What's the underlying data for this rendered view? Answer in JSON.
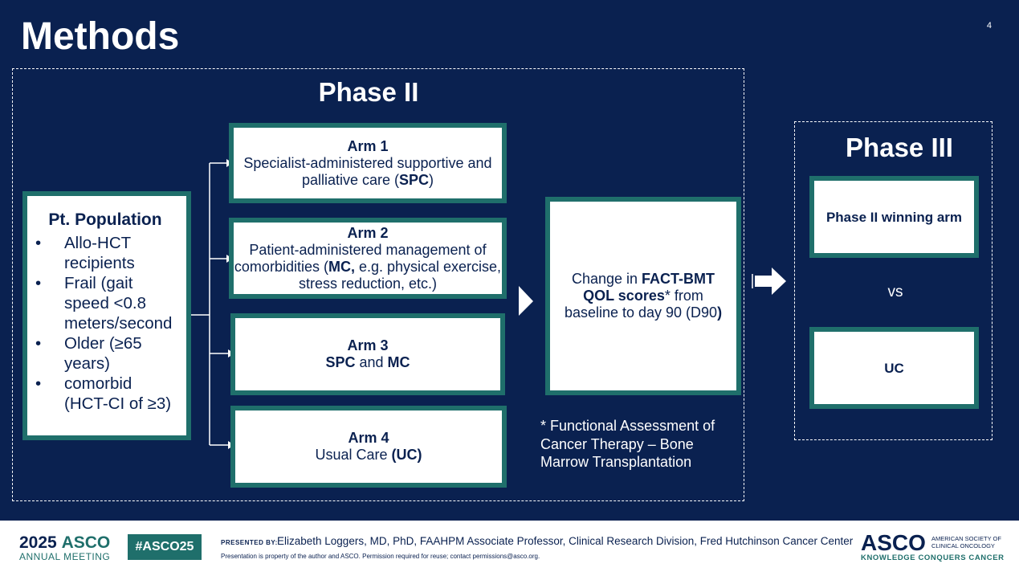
{
  "slide": {
    "title": "Methods",
    "page_number": "4"
  },
  "phase2": {
    "title": "Phase II",
    "population": {
      "title": "Pt. Population",
      "items": [
        "Allo-HCT recipients",
        "Frail (gait speed <0.8 meters/second",
        "Older (≥65 years)",
        "comorbid (HCT-CI of ≥3)"
      ]
    },
    "arms": [
      {
        "title": "Arm 1",
        "line1": "Specialist-administered supportive and palliative care (",
        "bold1": "SPC",
        "line2": ")"
      },
      {
        "title": "Arm 2",
        "line1": "Patient-administered management of comorbidities (",
        "bold1": "MC,",
        "line2": " e.g. physical exercise, stress reduction, etc.)"
      },
      {
        "title": "Arm 3",
        "bold_a": "SPC",
        "mid": " and ",
        "bold_b": "MC"
      },
      {
        "title": "Arm 4",
        "line1": "Usual Care ",
        "bold1": "(UC)"
      }
    ],
    "outcome": {
      "pre": "Change in ",
      "bold1": "FACT-BMT QOL scores",
      "post": "* from baseline to day 90 (D90",
      "bold2": ")"
    },
    "footnote": "* Functional Assessment of Cancer Therapy – Bone Marrow Transplantation"
  },
  "phase3": {
    "title": "Phase III",
    "box_top": "Phase II winning arm",
    "vs": "vs",
    "box_bottom": "UC"
  },
  "footer": {
    "year": "2025",
    "asco": "ASCO",
    "meeting": "ANNUAL MEETING",
    "hashtag": "#ASCO25",
    "presented_by": "PRESENTED BY:",
    "presenter": "Elizabeth Loggers, MD, PhD, FAAHPM Associate Professor, Clinical Research Division, Fred Hutchinson Cancer Center",
    "disclaimer": "Presentation is property of the author and ASCO. Permission required for reuse; contact permissions@asco.org.",
    "logo": "ASCO",
    "logo_sub": "AMERICAN SOCIETY OF CLINICAL ONCOLOGY",
    "tagline": "KNOWLEDGE CONQUERS CANCER"
  },
  "colors": {
    "background": "#0a2150",
    "box_border": "#1f6f6b",
    "box_fill": "#ffffff"
  }
}
